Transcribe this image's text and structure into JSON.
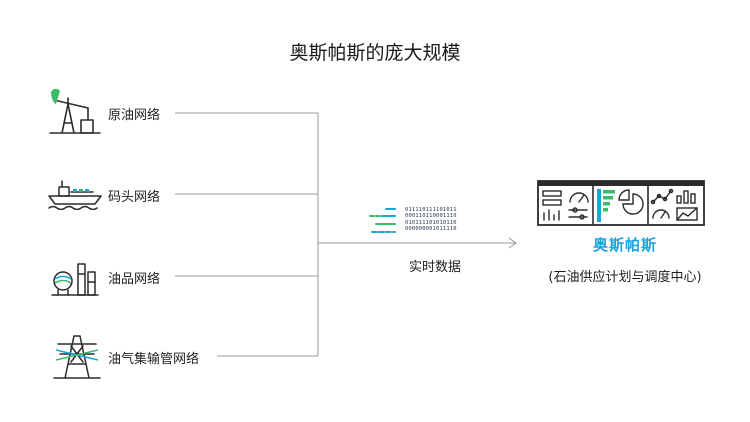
{
  "diagram": {
    "title": "奥斯帕斯的庞大规模",
    "sources": [
      {
        "label": "原油网络",
        "icon": "oil-pump-icon"
      },
      {
        "label": "码头网络",
        "icon": "ship-icon"
      },
      {
        "label": "油品网络",
        "icon": "refinery-icon"
      },
      {
        "label": "油气集输管网络",
        "icon": "power-tower-icon"
      }
    ],
    "data_stream": {
      "label": "实时数据",
      "bits": [
        "011110111101011",
        "000110110001110",
        "010111101010110",
        "000000001011110"
      ]
    },
    "destination": {
      "name": "奥斯帕斯",
      "subtitle": "(石油供应计划与调度中心)",
      "icon": "dashboard-icon"
    },
    "colors": {
      "accent_blue": "#1ba3dc",
      "accent_green": "#3dbb6a",
      "line_gray": "#9a9a9a",
      "icon_dark": "#2b2b2b"
    }
  }
}
